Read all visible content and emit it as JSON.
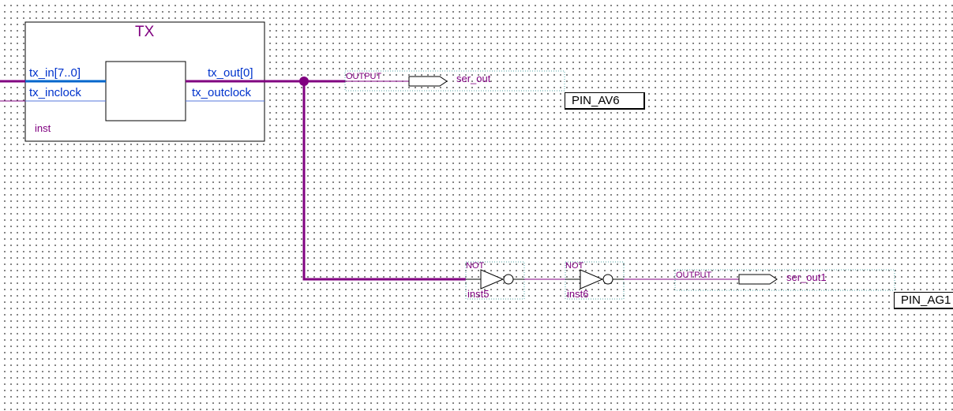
{
  "block": {
    "title": "TX",
    "instance": "inst",
    "ports_in": [
      "tx_in[7..0]",
      "tx_inclock"
    ],
    "ports_out": [
      "tx_out[0]",
      "tx_outclock"
    ]
  },
  "outputs": [
    {
      "type_label": "OUTPUT",
      "signal": "ser_out",
      "pin": "PIN_AV6"
    },
    {
      "type_label": "OUTPUT",
      "signal": "ser_out1",
      "pin": "PIN_AG1"
    }
  ],
  "gates": [
    {
      "type": "NOT",
      "instance": "inst5"
    },
    {
      "type": "NOT",
      "instance": "inst6"
    }
  ],
  "colors": {
    "wire": "#800080",
    "bus_in": "#0066cc",
    "port_text": "#0033cc",
    "frame": "#a0a0a0",
    "grid_dot": "#555555"
  }
}
